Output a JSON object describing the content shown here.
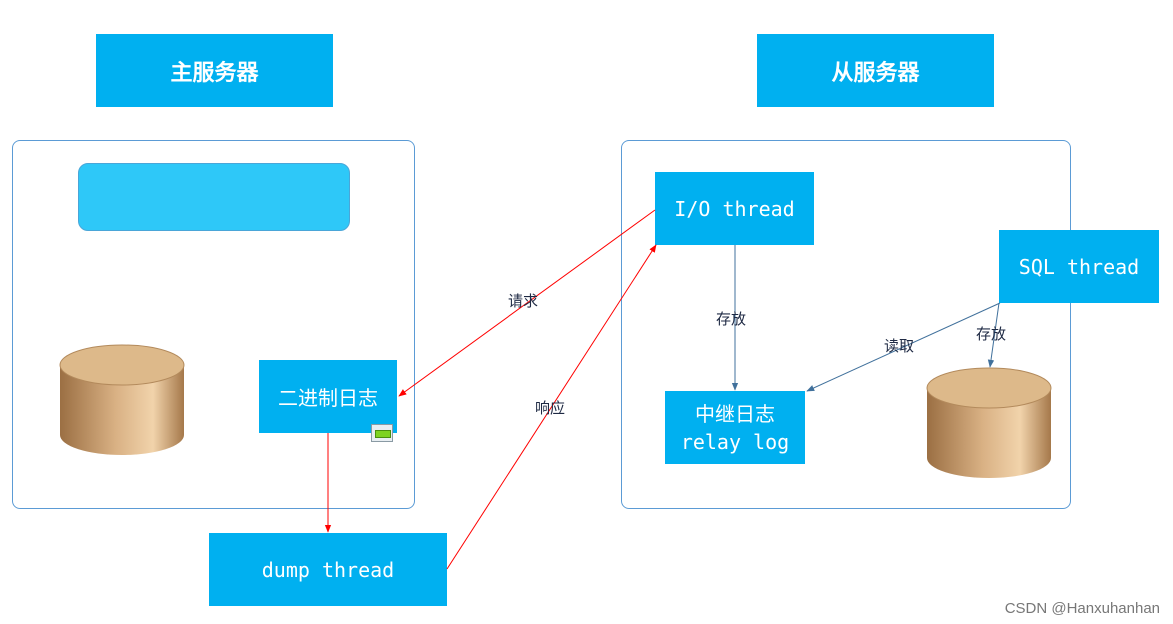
{
  "master": {
    "title": "主服务器",
    "binlog": "二进制日志",
    "dump": "dump thread"
  },
  "slave": {
    "title": "从服务器",
    "io": "I/O thread",
    "sql": "SQL thread",
    "relay_line1": "中继日志",
    "relay_line2": "relay log"
  },
  "edges": {
    "request": "请求",
    "response": "响应",
    "store_io": "存放",
    "read": "读取",
    "store_sql": "存放"
  },
  "watermark": "CSDN @Hanxuhanhan",
  "colors": {
    "box_fill": "#00b0f0",
    "request_arrow": "#ff0000",
    "slave_arrow": "#41719c",
    "frame_border": "#5b9bd5",
    "db_fill": "#d4a979"
  },
  "icons": {
    "database": "database-cylinder-icon",
    "binlog_badge": "log-badge-icon"
  }
}
